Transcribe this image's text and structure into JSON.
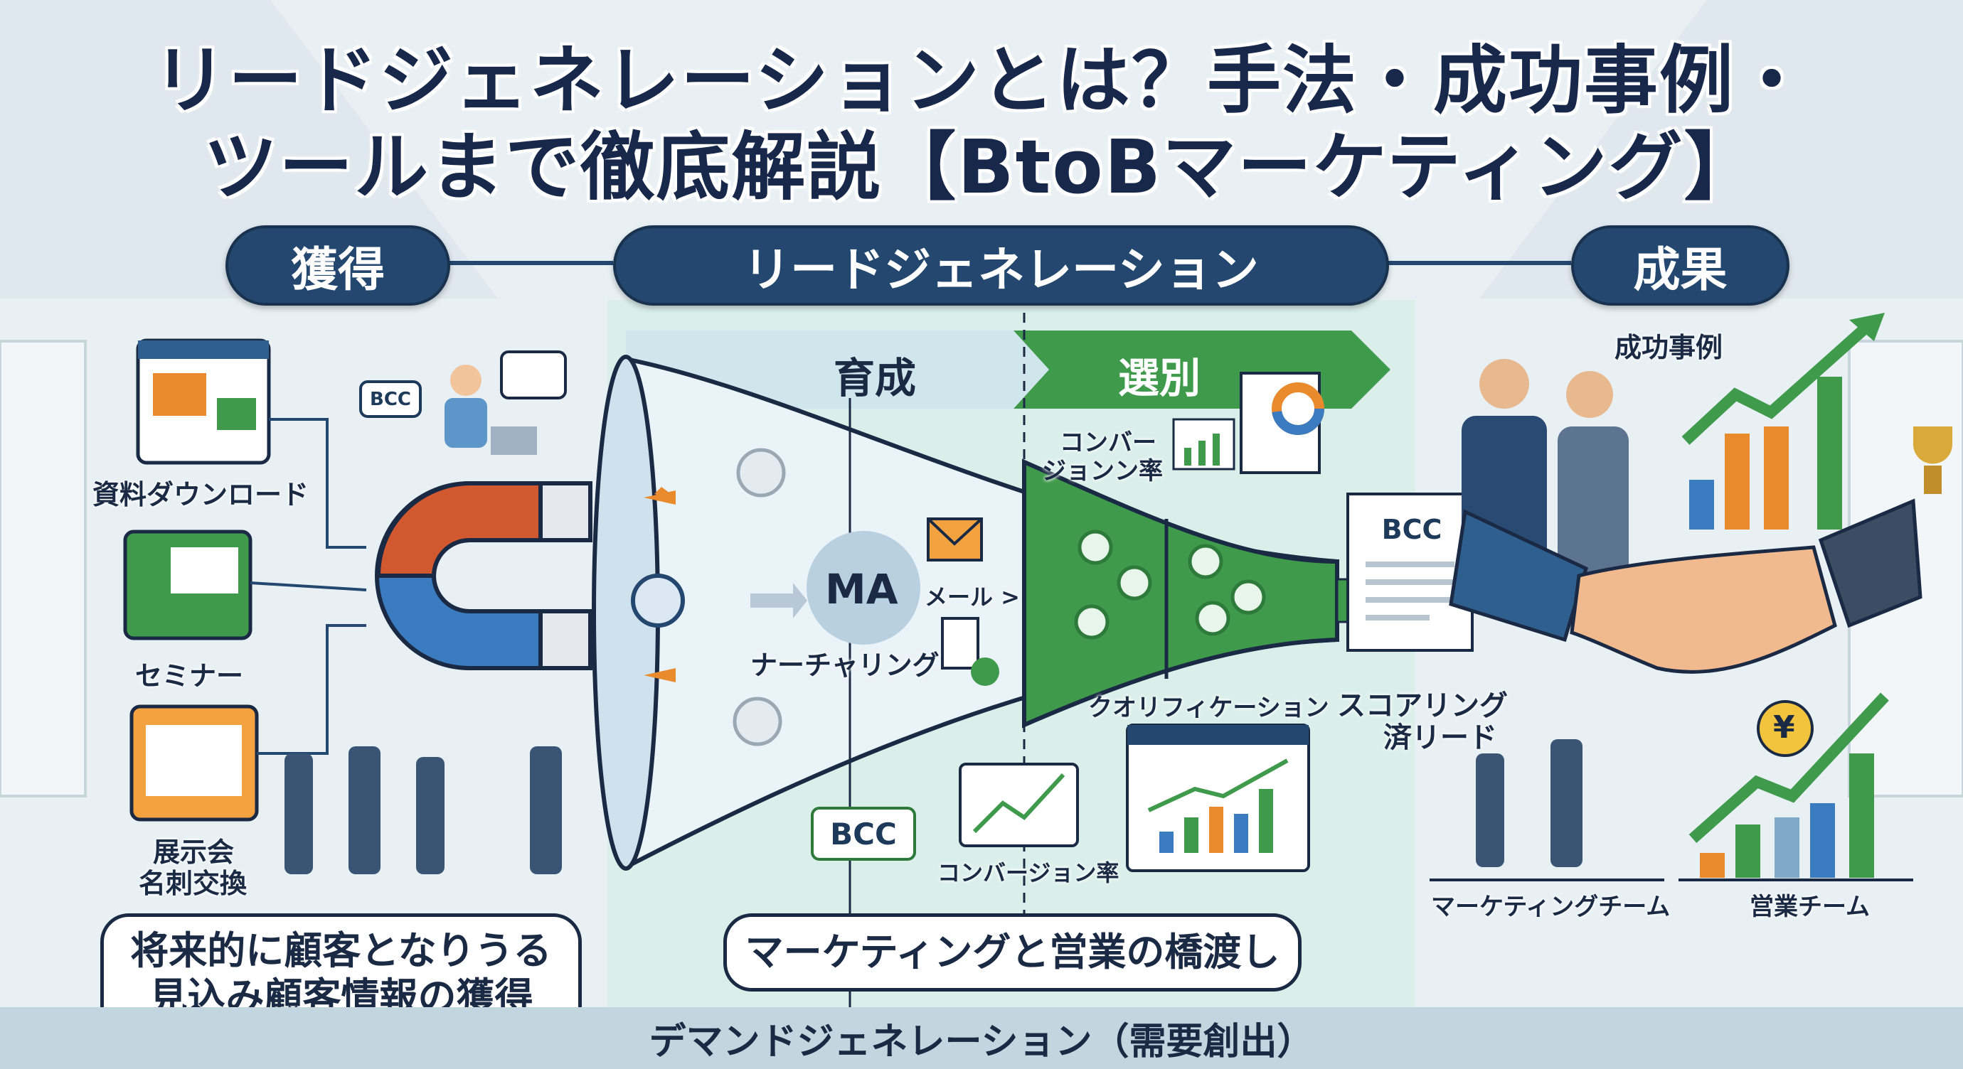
{
  "title": {
    "line1": "リードジェネレーションとは？手法・成功事例・",
    "line2": "ツールまで徹底解説【BtoBマーケティング】"
  },
  "stages": {
    "acquisition": "獲得",
    "lead_generation": "リードジェネレーション",
    "results": "成果"
  },
  "acquisition": {
    "items": [
      {
        "label": "資料ダウンロード",
        "icon": "document-download-icon"
      },
      {
        "label": "セミナー",
        "icon": "seminar-icon"
      },
      {
        "label_line1": "展示会",
        "label_line2": "名刺交換",
        "icon": "handshake-card-icon"
      }
    ],
    "bcc_tag": "BCC",
    "bubble_line1": "将来的に顧客となりうる",
    "bubble_line2": "見込み顧客情報の獲得"
  },
  "funnel": {
    "phase1": "育成",
    "phase2": "選別",
    "ma": "MA",
    "mail": "メール >",
    "nurturing": "ナーチャリング",
    "conversion_top_line1": "コンバー",
    "conversion_top_line2": "ジョンン率",
    "qualification": "クオリフィケーション",
    "scored_line1": "スコアリング",
    "scored_line2": "済リード",
    "doc_tag": "BCC",
    "bcc_box": "BCC",
    "conversion_bottom": "コンバージョン率",
    "bubble": "マーケティングと営業の橋渡し"
  },
  "results": {
    "success_cases": "成功事例",
    "marketing_team": "マーケティングチーム",
    "sales_team": "営業チーム",
    "yen": "¥"
  },
  "footer": "デマンドジェネレーション（需要創出）",
  "colors": {
    "navy": "#23476f",
    "green": "#3f9a4c",
    "orange": "#e98a2d",
    "blue": "#3b7cc0",
    "red": "#d2592f"
  }
}
